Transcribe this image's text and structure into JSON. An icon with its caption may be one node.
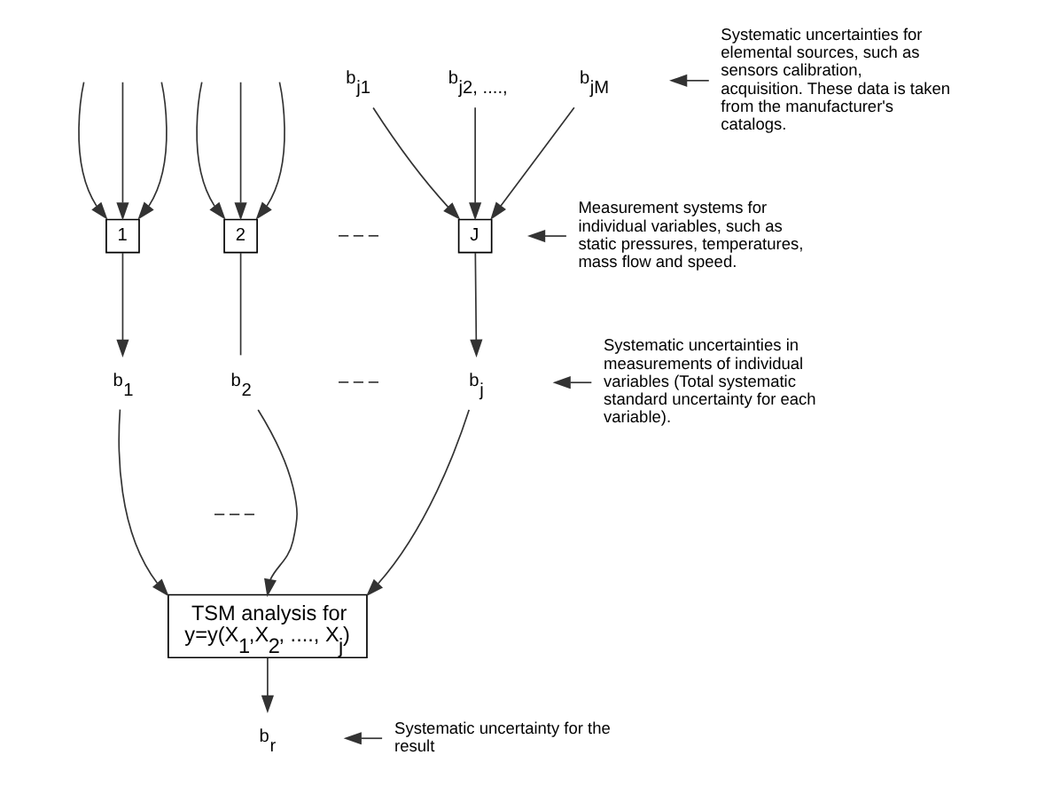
{
  "diagram": {
    "nodes": [
      {
        "text": [
          "b$_{j1}$"
        ]
      },
      {
        "text": [
          "b$_{j2, ....,}$"
        ]
      },
      {
        "text": [
          "b$_{jM}$"
        ]
      },
      {
        "text": [
          "1"
        ]
      },
      {
        "text": [
          "2"
        ]
      },
      {
        "text": [
          "J"
        ]
      },
      {
        "text": [
          "b$_{1}$"
        ]
      },
      {
        "text": [
          "b$_{2}$"
        ]
      },
      {
        "text": [
          "b$_{j}$"
        ]
      },
      {
        "text": [
          "TSM analysis for y=y(X$_{1}$,X$_{2}$, ...., X$_{j}$)"
        ]
      },
      {
        "text": [
          "b$_{r}$"
        ]
      },
      {
        "text": [
          "Systematic uncertainties for elemental sources, such as sensors calibration, acquisition. These data is taken from the manufacturer's catalogs."
        ]
      },
      {
        "text": [
          "Measurement systems for individual variables, such as static pressures, temperatures, mass flow and speed."
        ]
      },
      {
        "text": [
          "Systematic uncertainties in measurements of individual variables (Total systematic standard uncertainty for each variable)."
        ]
      },
      {
        "text": [
          "Systematic uncertainty for the result"
        ]
      }
    ],
    "edges": [
      {
        "from": null,
        "to": 3,
        "arrow": "to"
      },
      {
        "from": null,
        "to": 3,
        "arrow": "to"
      },
      {
        "from": null,
        "to": 3,
        "arrow": "to"
      },
      {
        "from": null,
        "to": 4,
        "arrow": "to"
      },
      {
        "from": null,
        "to": 4,
        "arrow": "to"
      },
      {
        "from": null,
        "to": 4,
        "arrow": "to"
      },
      {
        "from": 0,
        "to": 5,
        "arrow": "to"
      },
      {
        "from": 1,
        "to": 5,
        "arrow": "to"
      },
      {
        "from": 2,
        "to": 5,
        "arrow": "to"
      },
      {
        "from": 3,
        "to": 6,
        "arrow": "to"
      },
      {
        "from": 4,
        "to": 7,
        "arrow": "none"
      },
      {
        "from": 5,
        "to": 8,
        "arrow": "to"
      },
      {
        "from": 6,
        "to": 9,
        "arrow": "to"
      },
      {
        "from": 7,
        "to": 9,
        "arrow": "to"
      },
      {
        "from": 8,
        "to": 9,
        "arrow": "to"
      },
      {
        "from": 9,
        "to": 10,
        "arrow": "to"
      },
      {
        "from": 11,
        "to": null,
        "arrow": "to"
      },
      {
        "from": 12,
        "to": null,
        "arrow": "to"
      },
      {
        "from": 13,
        "to": null,
        "arrow": "to"
      },
      {
        "from": 14,
        "to": null,
        "arrow": "to"
      }
    ],
    "labels": [
      "– – –",
      "– – –",
      "– – –"
    ]
  }
}
